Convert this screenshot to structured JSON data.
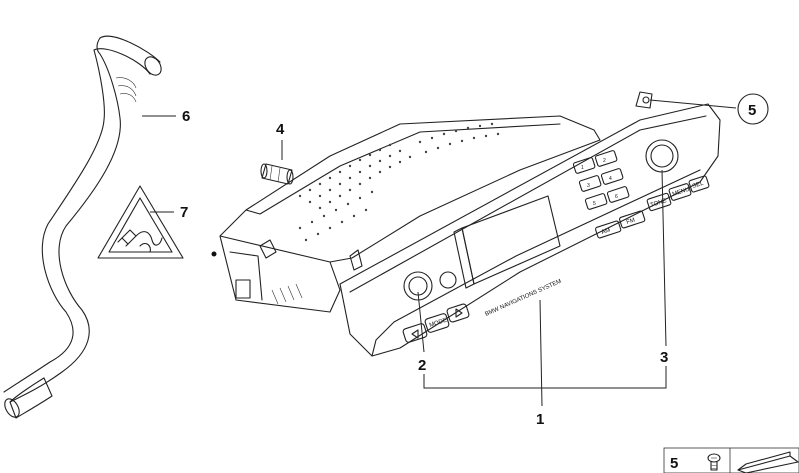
{
  "callouts": {
    "c1": "1",
    "c2": "2",
    "c3": "3",
    "c4": "4",
    "c5": "5",
    "c6": "6",
    "c7": "7"
  },
  "radio_labels": {
    "mode": "MODE",
    "tone": "TONE",
    "menu": "MENU",
    "sel": "SEL",
    "am": "AM",
    "fm": "FM",
    "system": "BMW NAVIGATIONS SYSTEM",
    "preset_1": "1",
    "preset_2": "2",
    "preset_3": "3",
    "preset_4": "4",
    "preset_5": "5",
    "preset_6": "6"
  },
  "inset": {
    "number": "5"
  }
}
